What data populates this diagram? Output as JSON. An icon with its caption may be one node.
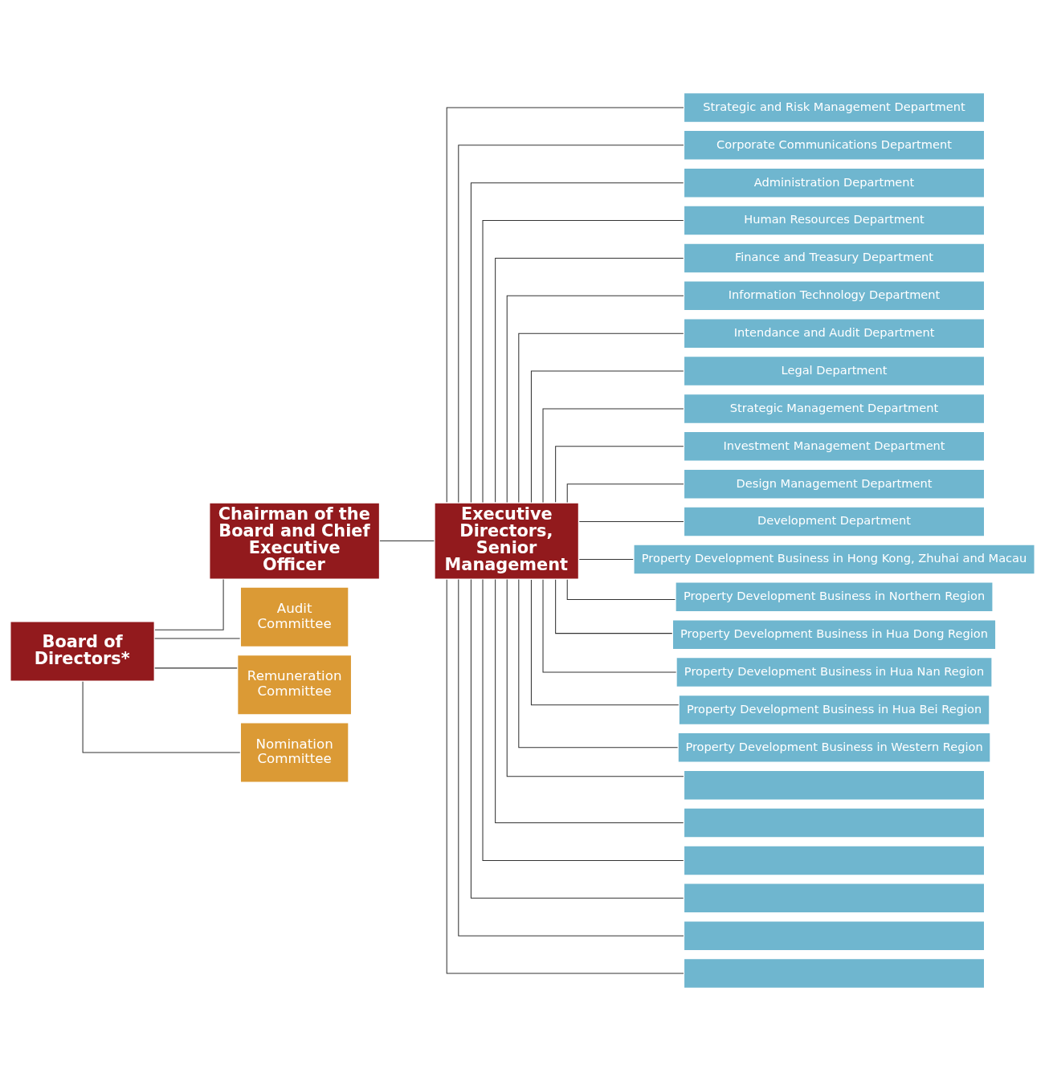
{
  "diagram": {
    "nodes": [
      {
        "text": [
          "Board of Directors*"
        ]
      },
      {
        "text": [
          "Chairman of the Board and Chief Executive Officer"
        ]
      },
      {
        "text": [
          "Executive Directors, Senior Management"
        ]
      },
      {
        "text": [
          "Audit Committee"
        ]
      },
      {
        "text": [
          "Remuneration Committee"
        ]
      },
      {
        "text": [
          "Nomination Committee"
        ]
      },
      {
        "text": [
          "Strategic and Risk Management Department"
        ]
      },
      {
        "text": [
          "Corporate Communications Department"
        ]
      },
      {
        "text": [
          "Administration Department"
        ]
      },
      {
        "text": [
          "Human Resources Department"
        ]
      },
      {
        "text": [
          "Finance and Treasury Department"
        ]
      },
      {
        "text": [
          "Information Technology Department"
        ]
      },
      {
        "text": [
          "Intendance and Audit Department"
        ]
      },
      {
        "text": [
          "Legal Department"
        ]
      },
      {
        "text": [
          "Strategic Management Department"
        ]
      },
      {
        "text": [
          "Investment Management Department"
        ]
      },
      {
        "text": [
          "Design Management Department"
        ]
      },
      {
        "text": [
          "Development Department"
        ]
      },
      {
        "text": [
          "Property Development Business in Hong Kong, Zhuhai and Macau"
        ]
      },
      {
        "text": [
          "Property Development Business in Northern Region"
        ]
      },
      {
        "text": [
          "Property Development Business in Hua Dong Region"
        ]
      },
      {
        "text": [
          "Property Development Business in Hua Nan Region"
        ]
      },
      {
        "text": [
          "Property Development Business in Hua Bei Region"
        ]
      },
      {
        "text": [
          "Property Development Business in Western Region"
        ]
      },
      {
        "text": [],
        "shape": "box"
      },
      {
        "text": [],
        "shape": "box"
      },
      {
        "text": [],
        "shape": "box"
      },
      {
        "text": [],
        "shape": "box"
      },
      {
        "text": [],
        "shape": "box"
      },
      {
        "text": [],
        "shape": "box"
      }
    ],
    "edges": [
      {
        "from": 0,
        "to": 1,
        "arrow": "none"
      },
      {
        "from": 0,
        "to": 3,
        "arrow": "none"
      },
      {
        "from": 0,
        "to": 4,
        "arrow": "none"
      },
      {
        "from": 0,
        "to": 5,
        "arrow": "none"
      },
      {
        "from": 1,
        "to": 2,
        "arrow": "none"
      },
      {
        "from": 2,
        "to": 6,
        "arrow": "none"
      },
      {
        "from": 2,
        "to": 7,
        "arrow": "none"
      },
      {
        "from": 2,
        "to": 8,
        "arrow": "none"
      },
      {
        "from": 2,
        "to": 9,
        "arrow": "none"
      },
      {
        "from": 2,
        "to": 10,
        "arrow": "none"
      },
      {
        "from": 2,
        "to": 11,
        "arrow": "none"
      },
      {
        "from": 2,
        "to": 12,
        "arrow": "none"
      },
      {
        "from": 2,
        "to": 13,
        "arrow": "none"
      },
      {
        "from": 2,
        "to": 14,
        "arrow": "none"
      },
      {
        "from": 2,
        "to": 15,
        "arrow": "none"
      },
      {
        "from": 2,
        "to": 16,
        "arrow": "none"
      },
      {
        "from": 2,
        "to": 17,
        "arrow": "none"
      },
      {
        "from": 2,
        "to": 18,
        "arrow": "none"
      },
      {
        "from": 2,
        "to": 19,
        "arrow": "none"
      },
      {
        "from": 2,
        "to": 20,
        "arrow": "none"
      },
      {
        "from": 2,
        "to": 21,
        "arrow": "none"
      },
      {
        "from": 2,
        "to": 22,
        "arrow": "none"
      },
      {
        "from": 2,
        "to": 23,
        "arrow": "none"
      },
      {
        "from": 2,
        "to": 24,
        "arrow": "none"
      },
      {
        "from": 2,
        "to": 25,
        "arrow": "none"
      },
      {
        "from": 2,
        "to": 26,
        "arrow": "none"
      },
      {
        "from": 2,
        "to": 27,
        "arrow": "none"
      },
      {
        "from": 2,
        "to": 28,
        "arrow": "none"
      },
      {
        "from": 2,
        "to": 29,
        "arrow": "none"
      }
    ]
  }
}
